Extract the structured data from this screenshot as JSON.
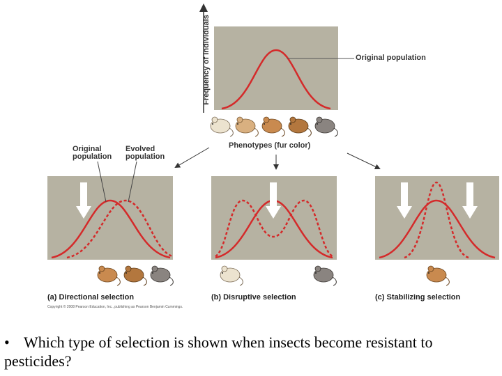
{
  "diagram": {
    "y_axis_label": "Frequency of individuals",
    "original_label": "Original population",
    "phenotypes_label": "Phenotypes (fur color)",
    "panel_a_original": [
      "Original",
      "population"
    ],
    "panel_a_evolved": [
      "Evolved",
      "population"
    ],
    "captions": {
      "a": "(a) Directional selection",
      "b": "(b) Disruptive selection",
      "c": "(c) Stabilizing selection"
    },
    "copyright": "Copyright © 2008 Pearson Education, Inc., publishing as Pearson Benjamin Cummings.",
    "colors": {
      "panel_bg": "#b6b2a2",
      "curve": "#d42a2a",
      "arrow": "#ffffff"
    },
    "mouse_colors": [
      "#ece3cf",
      "#d9b080",
      "#c98a4f",
      "#b3773e",
      "#8a8480"
    ]
  },
  "question": {
    "bullet": "•",
    "text": "Which type of selection is shown when insects become resistant to pesticides?"
  }
}
